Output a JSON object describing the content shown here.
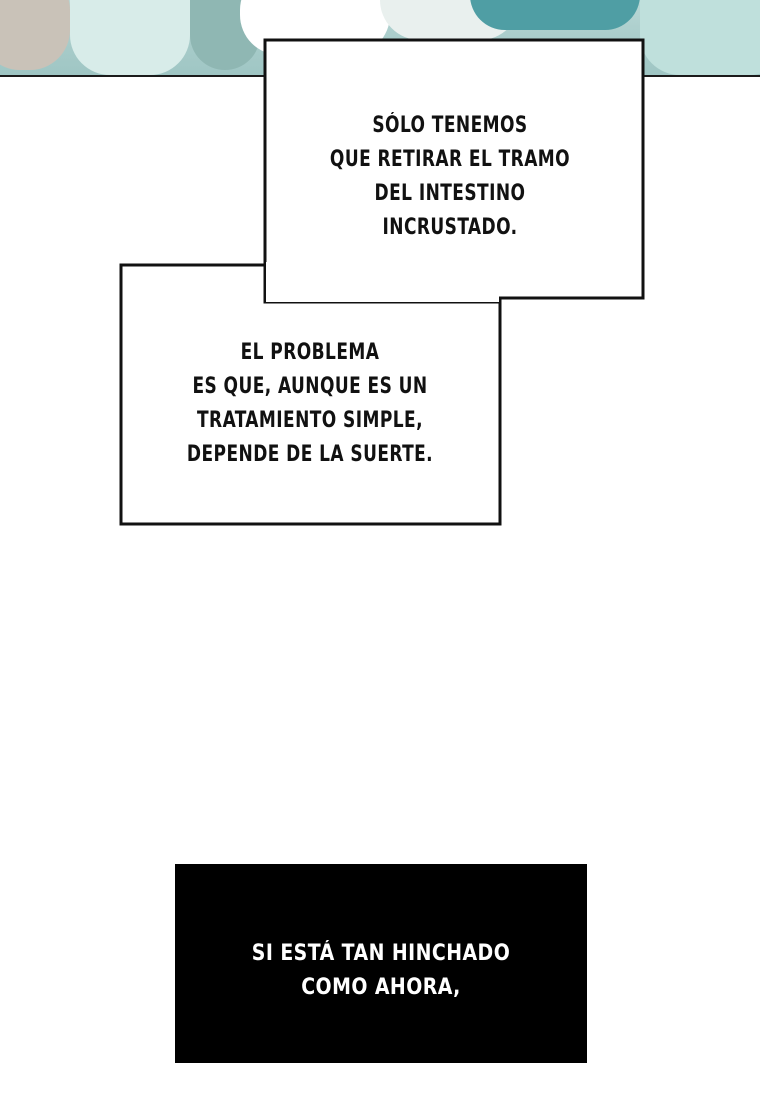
{
  "panel": {
    "top_art": "medical-staff-illustration"
  },
  "bubbles": [
    {
      "lines": [
        "SÓLO TENEMOS",
        "QUE RETIRAR EL TRAMO",
        "DEL INTESTINO",
        "INCRUSTADO."
      ]
    },
    {
      "lines": [
        "EL PROBLEMA",
        "ES QUE, AUNQUE ES UN",
        "TRATAMIENTO SIMPLE,",
        "DEPENDE DE LA SUERTE."
      ]
    }
  ],
  "narration": {
    "lines": [
      "SI ESTÁ TAN HINCHADO",
      "COMO AHORA,"
    ]
  },
  "colors": {
    "bubble_border": "#111111",
    "bubble_fill": "#ffffff",
    "narration_bg": "#000000",
    "narration_text": "#ffffff",
    "art_teal": "#a7cbc9"
  }
}
